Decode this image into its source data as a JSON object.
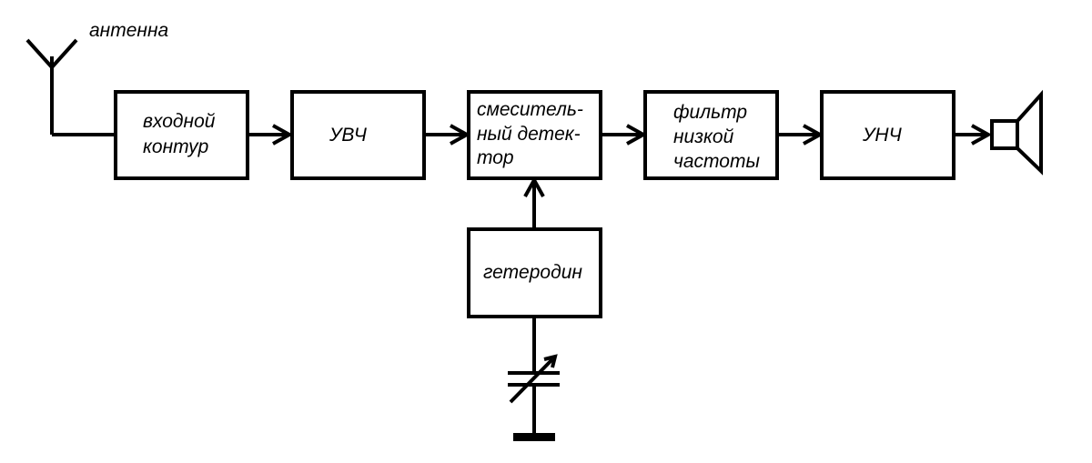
{
  "antenna": {
    "label": "антенна"
  },
  "blocks": [
    {
      "id": "input-circuit",
      "lines": [
        "входной",
        "контур"
      ]
    },
    {
      "id": "rf-amplifier",
      "lines": [
        "УВЧ"
      ]
    },
    {
      "id": "mixer-detector",
      "lines": [
        "смеситель-",
        "ный детек-",
        "тор"
      ]
    },
    {
      "id": "lowpass-filter",
      "lines": [
        "фильтр",
        "низкой",
        "частоты"
      ]
    },
    {
      "id": "af-amplifier",
      "lines": [
        "УНЧ"
      ]
    },
    {
      "id": "local-oscillator",
      "lines": [
        "гетеродин"
      ]
    }
  ],
  "icons": [
    "antenna-icon",
    "speaker-icon",
    "variable-capacitor-icon",
    "ground-icon"
  ],
  "colors": {
    "stroke": "#000000",
    "background": "#ffffff"
  }
}
